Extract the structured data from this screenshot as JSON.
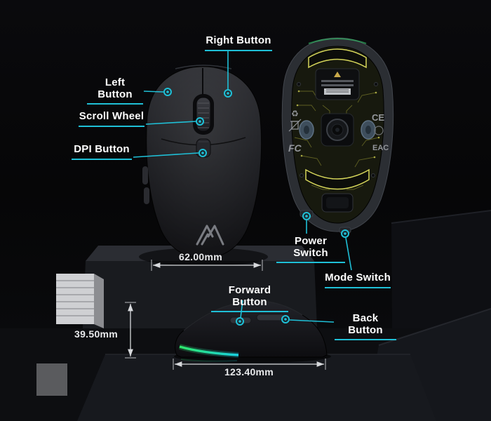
{
  "accent": "#1fc0d7",
  "labels": {
    "right_button": "Right Button",
    "left_button": "Left Button",
    "scroll_wheel": "Scroll Wheel",
    "dpi_button": "DPI Button",
    "power_switch": "Power Switch",
    "mode_switch": "Mode Switch",
    "forward_button": "Forward Button",
    "back_button": "Back Button"
  },
  "dimensions": {
    "width": "62.00mm",
    "height": "39.50mm",
    "length": "123.40mm"
  },
  "certifications": {
    "fcc": "FC",
    "ce": "CE",
    "eac": "EAC"
  }
}
